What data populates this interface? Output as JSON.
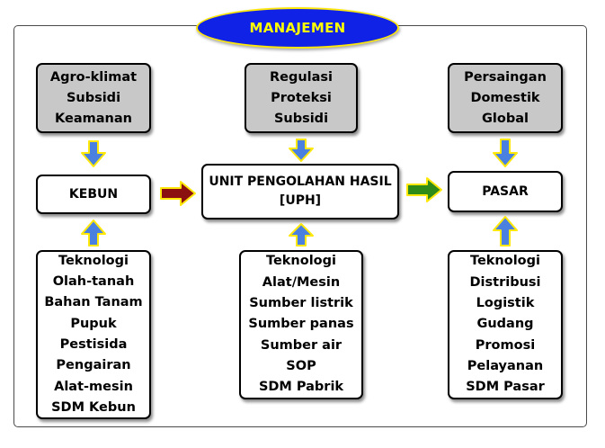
{
  "title": "MANAJEMEN",
  "columns": [
    {
      "top_factors": [
        "Agro-klimat",
        "Subsidi",
        "Keamanan"
      ],
      "node": [
        "KEBUN"
      ],
      "bottom_factors": [
        "Teknologi",
        "Olah-tanah",
        "Bahan Tanam",
        "Pupuk",
        "Pestisida",
        "Pengairan",
        "Alat-mesin",
        "SDM Kebun"
      ]
    },
    {
      "top_factors": [
        "Regulasi",
        "Proteksi",
        "Subsidi"
      ],
      "node": [
        "UNIT PENGOLAHAN HASIL",
        "[UPH]"
      ],
      "bottom_factors": [
        "Teknologi",
        "Alat/Mesin",
        "Sumber listrik",
        "Sumber panas",
        "Sumber air",
        "SOP",
        "SDM Pabrik"
      ]
    },
    {
      "top_factors": [
        "Persaingan",
        "Domestik",
        "Global"
      ],
      "node": [
        "PASAR"
      ],
      "bottom_factors": [
        "Teknologi",
        "Distribusi",
        "Logistik",
        "Gudang",
        "Promosi",
        "Pelayanan",
        "SDM Pasar"
      ]
    }
  ],
  "colors": {
    "title_fill": "#0f22e6",
    "title_text": "#ffff00",
    "factor_box": "#c8c8c8",
    "vertical_arrow": "#4a80e0",
    "arrow_outline": "#ffe80a",
    "arrow_kebun_to_uph": "#8b1010",
    "arrow_uph_to_pasar": "#2e8b1a"
  }
}
